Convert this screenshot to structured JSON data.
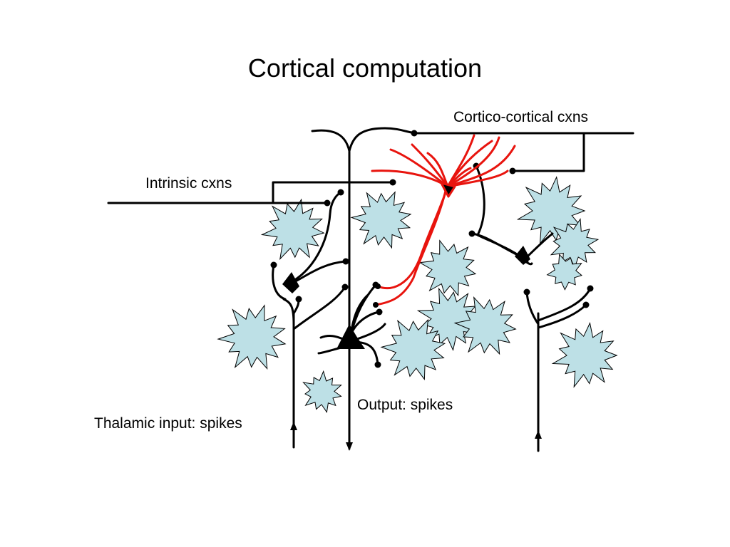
{
  "title": "Cortical computation",
  "labels": {
    "cortico_cortical": "Cortico-cortical cxns",
    "intrinsic": "Intrinsic cxns",
    "output": "Output:  spikes",
    "thalamic_input": "Thalamic input:  spikes"
  },
  "colors": {
    "glia_fill": "#bde0e6",
    "outline": "#000000",
    "highlight_neuron": "#e8140e",
    "background": "#ffffff"
  }
}
